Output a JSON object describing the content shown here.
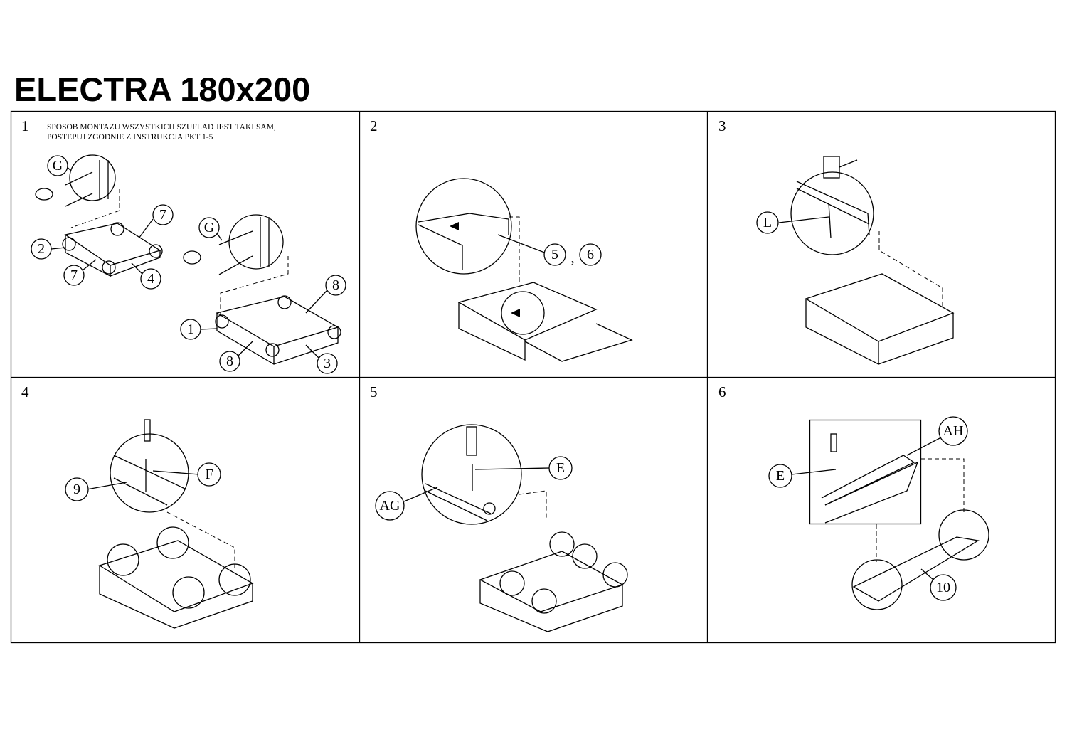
{
  "title": "ELECTRA 180x200",
  "steps": [
    {
      "number": "1",
      "note_line1": "SPOSOB MONTAZU WSZYSTKICH SZUFLAD JEST TAKI SAM,",
      "note_line2": "POSTEPUJ ZGODNIE Z INSTRUKCJA PKT 1-5",
      "callouts": [
        "G",
        "7",
        "2",
        "7",
        "4",
        "G",
        "8",
        "1",
        "8",
        "3"
      ]
    },
    {
      "number": "2",
      "callouts": [
        "5",
        "6"
      ],
      "separator": ","
    },
    {
      "number": "3",
      "callouts": [
        "L"
      ]
    },
    {
      "number": "4",
      "callouts": [
        "9",
        "F"
      ]
    },
    {
      "number": "5",
      "callouts": [
        "E",
        "AG"
      ]
    },
    {
      "number": "6",
      "callouts": [
        "AH",
        "E",
        "10"
      ]
    }
  ]
}
